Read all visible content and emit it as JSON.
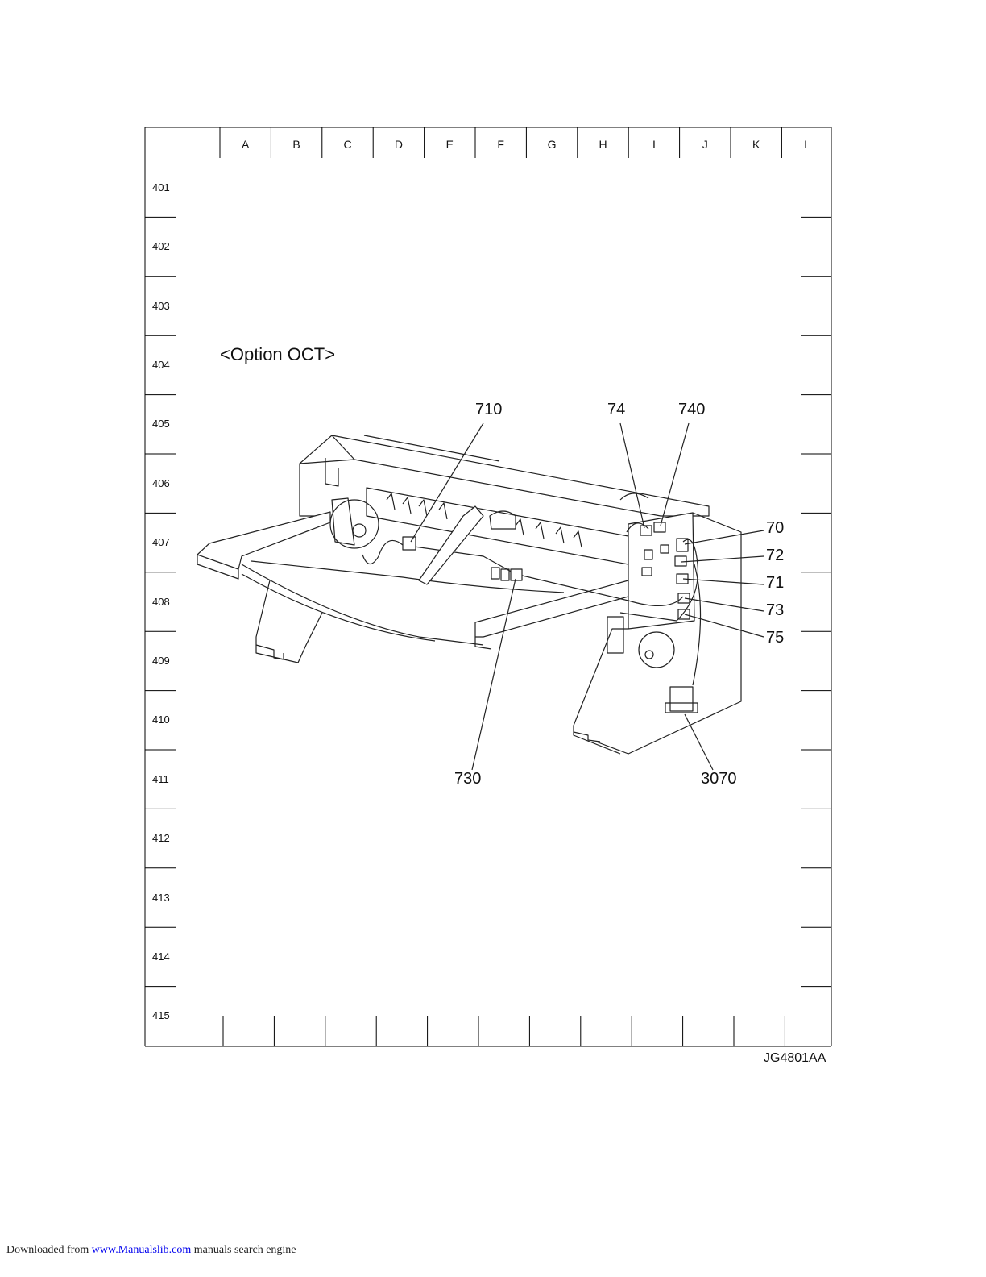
{
  "diagram": {
    "title": "<Option OCT>",
    "drawing_code": "JG4801AA",
    "columns": [
      "A",
      "B",
      "C",
      "D",
      "E",
      "F",
      "G",
      "H",
      "I",
      "J",
      "K",
      "L"
    ],
    "rows": [
      "401",
      "402",
      "403",
      "404",
      "405",
      "406",
      "407",
      "408",
      "409",
      "410",
      "411",
      "412",
      "413",
      "414",
      "415"
    ],
    "callouts": {
      "c710": "710",
      "c74": "74",
      "c740": "740",
      "c70": "70",
      "c72": "72",
      "c71": "71",
      "c73": "73",
      "c75": "75",
      "c730": "730",
      "c3070": "3070"
    }
  },
  "footer": {
    "prefix": "Downloaded from",
    "link_text": "www.Manualslib.com",
    "suffix": "manuals search engine"
  }
}
